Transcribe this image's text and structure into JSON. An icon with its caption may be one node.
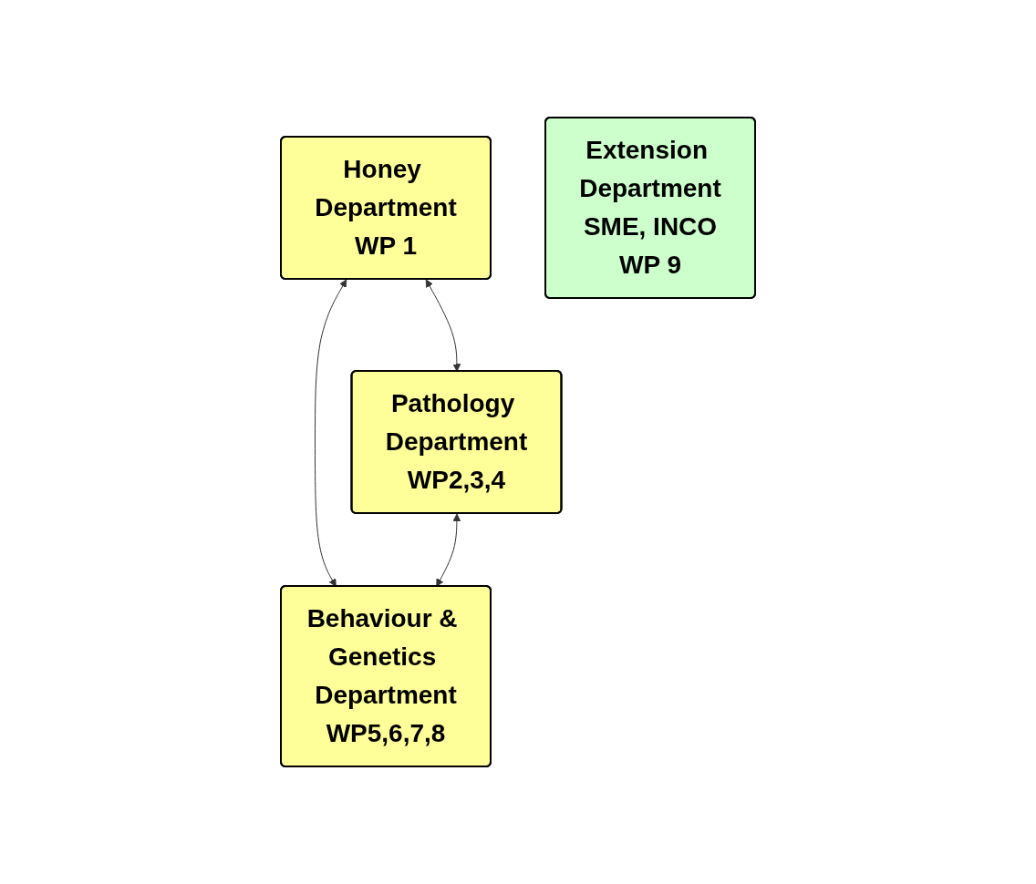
{
  "diagram": {
    "nodes": [
      {
        "text": [
          "Honey Department",
          "WP 1"
        ]
      },
      {
        "text": [
          "Extension Department",
          "SME, INCO",
          "WP 9"
        ]
      },
      {
        "text": [
          "Pathology Department",
          "WP2,3,4"
        ]
      },
      {
        "text": [
          "Behaviour & Genetics Department",
          "WP5,6,7,8"
        ]
      }
    ],
    "edges": [
      {
        "from": 0,
        "to": 2,
        "arrow": "both"
      },
      {
        "from": 0,
        "to": 3,
        "arrow": "both"
      },
      {
        "from": 2,
        "to": 3,
        "arrow": "both"
      }
    ]
  }
}
